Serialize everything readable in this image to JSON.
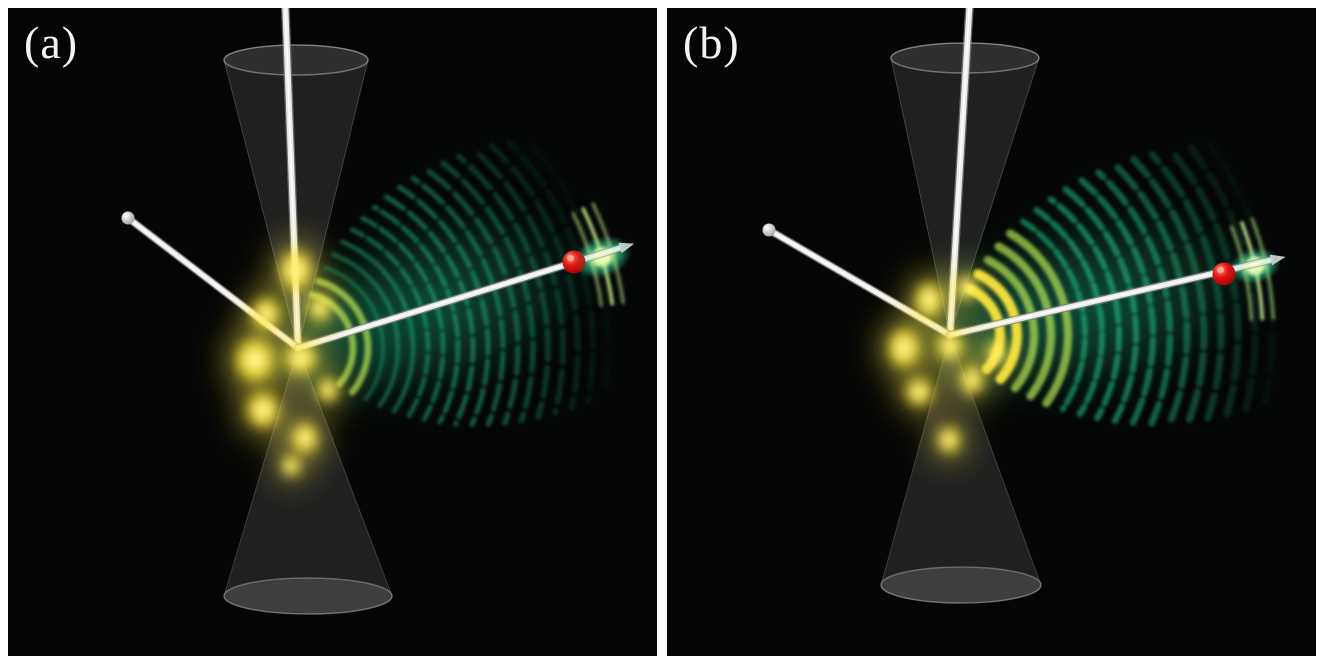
{
  "panels": [
    {
      "id": "a",
      "label": "(a)"
    },
    {
      "id": "b",
      "label": "(b)"
    }
  ],
  "colors": {
    "background": "#040505",
    "frame": "#ffffff",
    "rod": "#e9e9e9",
    "cone": "#bdbdbd",
    "emission_yellow": "#ffe720",
    "wave_teal": "#24ca8c",
    "marker_red": "#e51212",
    "label": "#f4f4f4"
  }
}
